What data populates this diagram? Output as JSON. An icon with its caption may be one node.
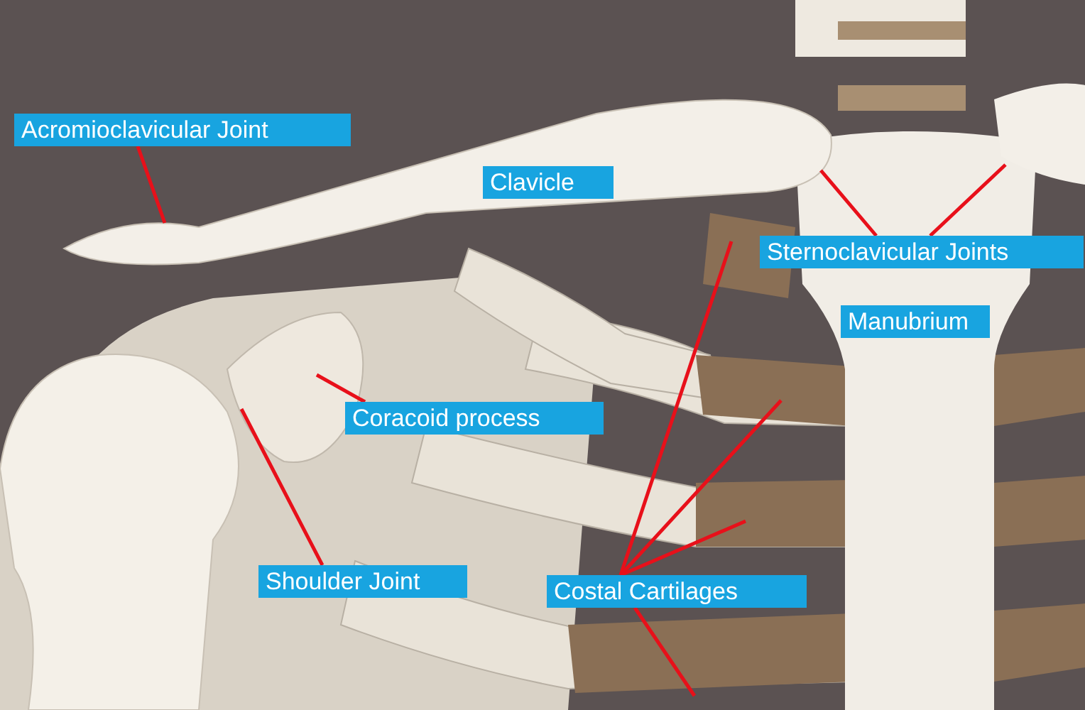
{
  "diagram": {
    "nodes": [
      {
        "text": [
          "Acromioclavicular Joint"
        ]
      },
      {
        "text": [
          "Clavicle"
        ]
      },
      {
        "text": [
          "Sternoclavicular Joints"
        ]
      },
      {
        "text": [
          "Manubrium"
        ]
      },
      {
        "text": [
          "Coracoid process"
        ]
      },
      {
        "text": [
          "Shoulder Joint"
        ]
      },
      {
        "text": [
          "Costal Cartilages"
        ]
      }
    ],
    "edges": [
      {
        "from": 0,
        "to": null,
        "arrow": "none"
      },
      {
        "from": 2,
        "to": null,
        "arrow": "none"
      },
      {
        "from": 2,
        "to": null,
        "arrow": "none"
      },
      {
        "from": 4,
        "to": null,
        "arrow": "none"
      },
      {
        "from": 5,
        "to": null,
        "arrow": "none"
      },
      {
        "from": 6,
        "to": null,
        "arrow": "none"
      },
      {
        "from": 6,
        "to": null,
        "arrow": "none"
      },
      {
        "from": 6,
        "to": null,
        "arrow": "none"
      },
      {
        "from": 6,
        "to": null,
        "arrow": "none"
      }
    ]
  }
}
